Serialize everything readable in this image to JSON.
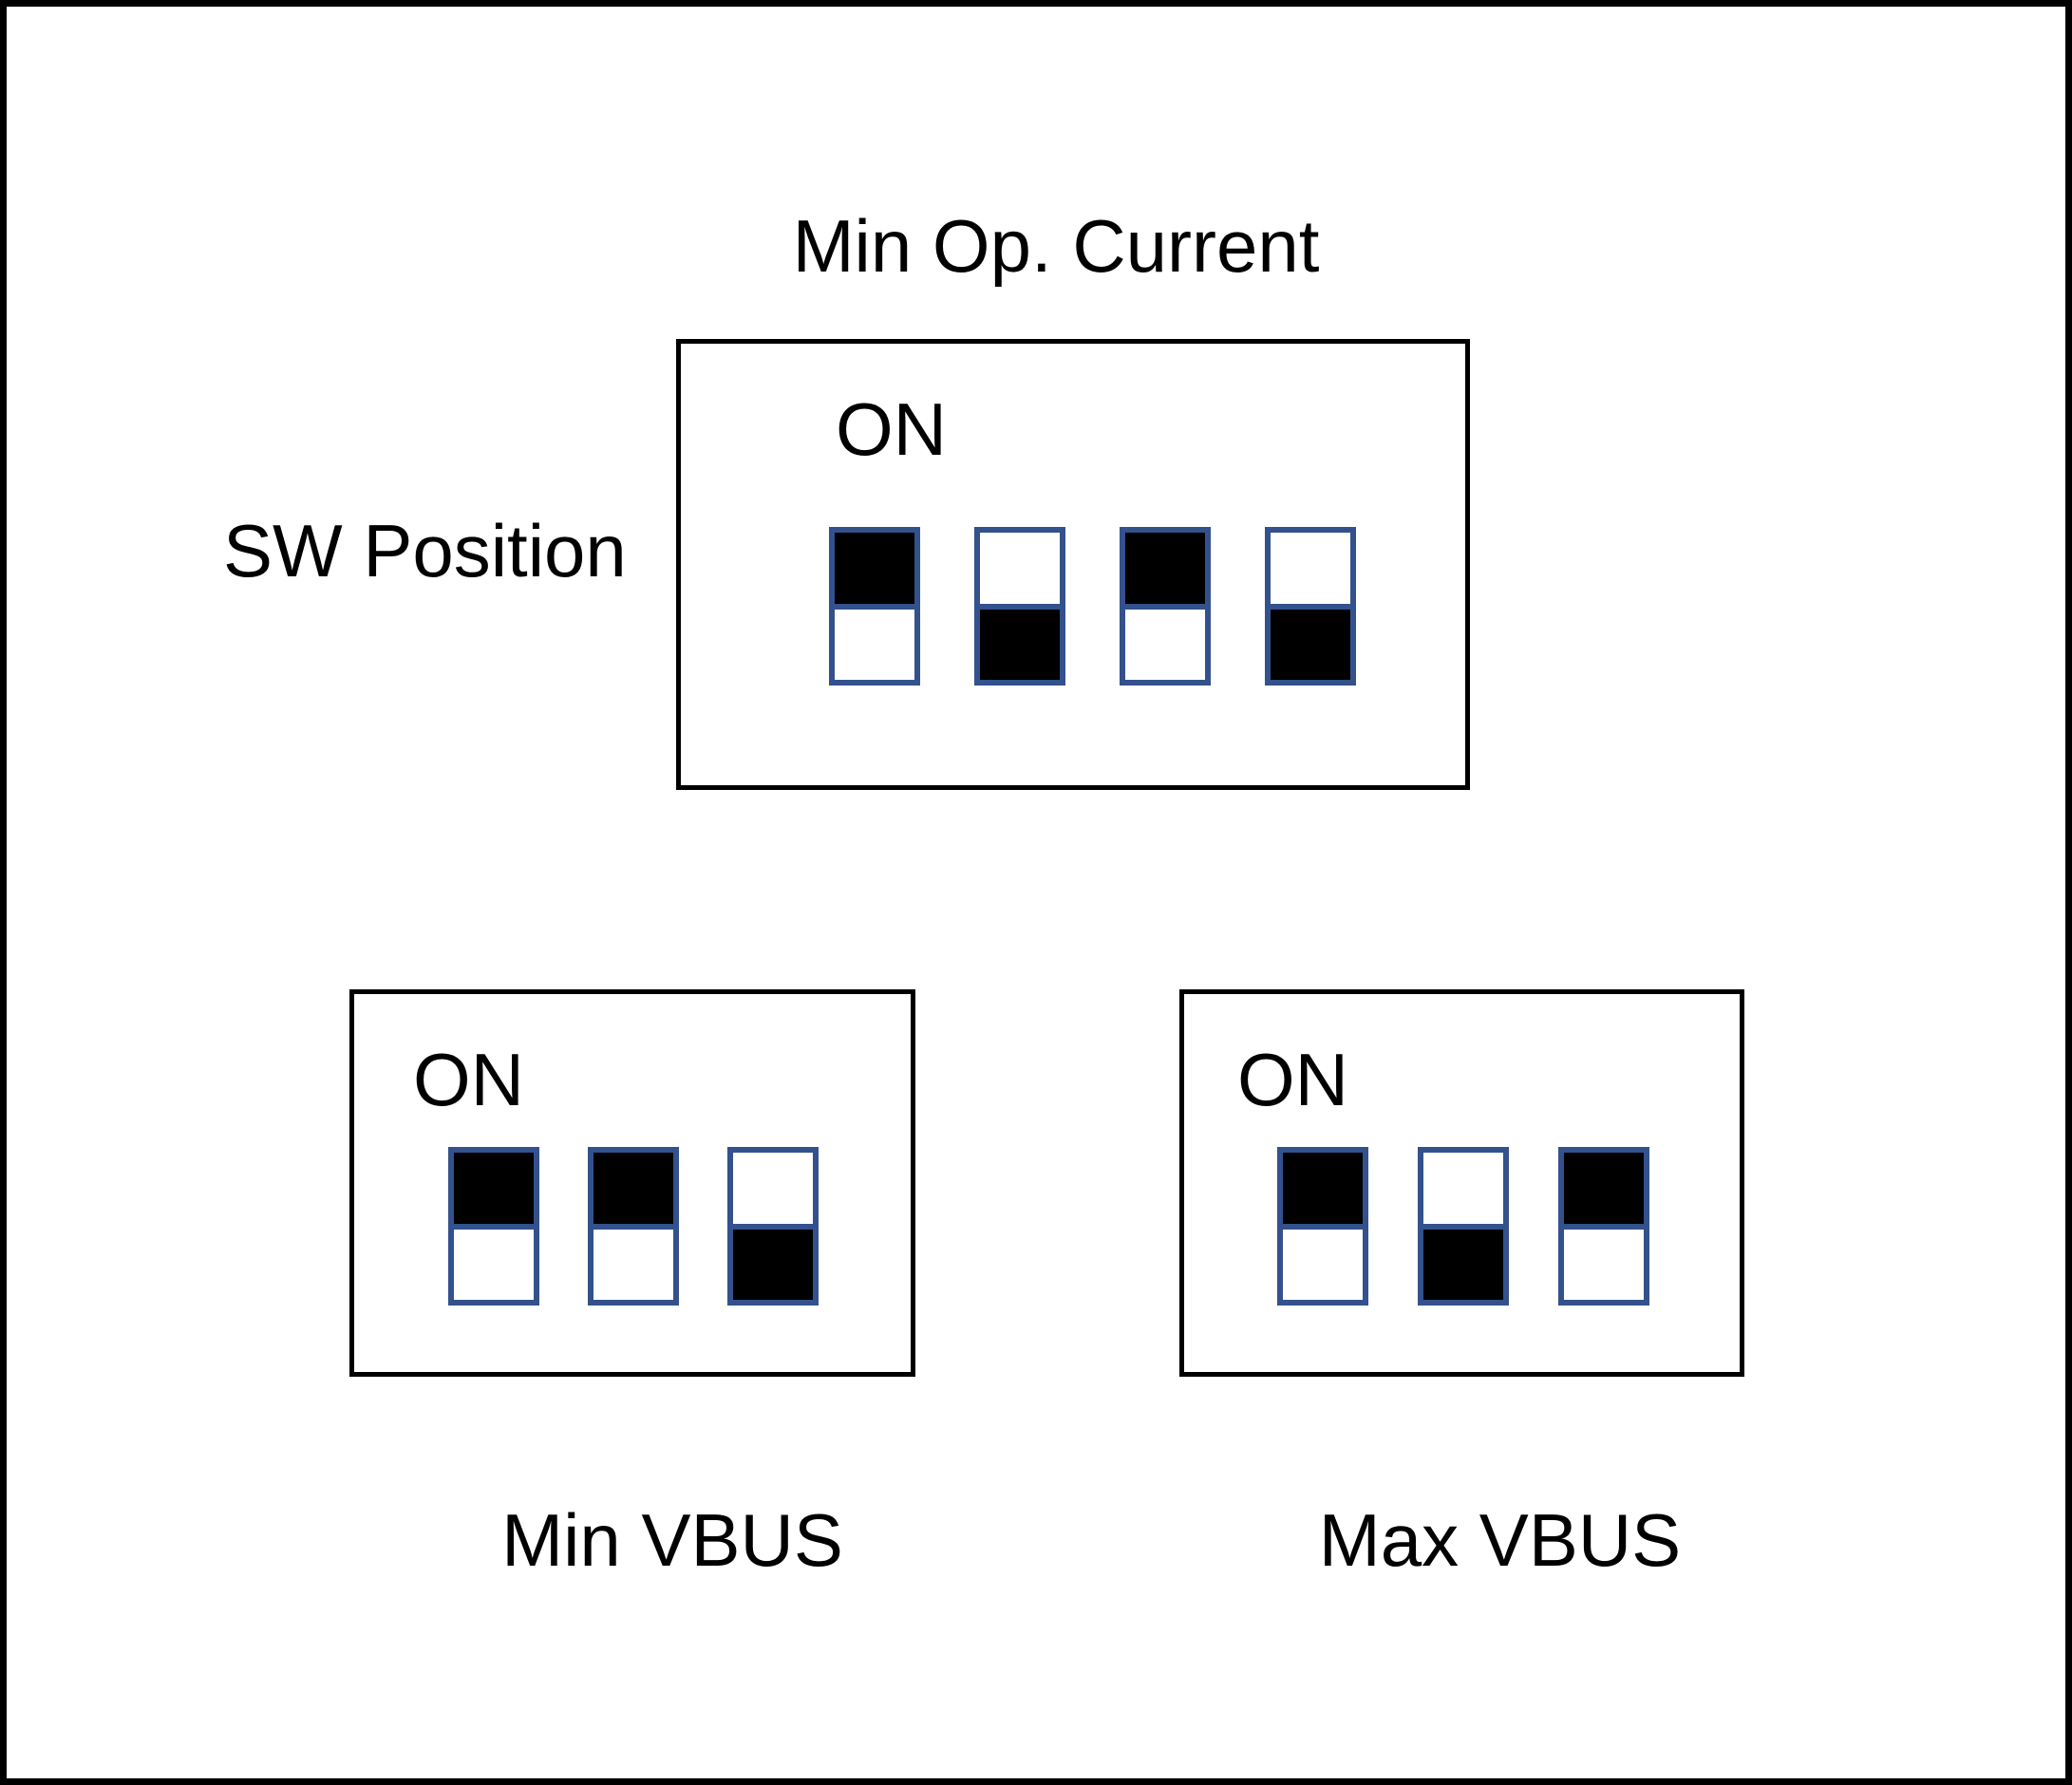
{
  "colors": {
    "background": "#ffffff",
    "box_border": "#000000",
    "switch_border": "#33518c",
    "switch_fill": "#000000"
  },
  "title": "Min Op. Current",
  "row_label": "SW Position",
  "panels": [
    {
      "name": "min-op-current",
      "on_label": "ON",
      "switches": [
        "up",
        "down",
        "up",
        "down"
      ]
    },
    {
      "name": "min-vbus",
      "on_label": "ON",
      "caption": "Min VBUS",
      "switches": [
        "up",
        "up",
        "down"
      ]
    },
    {
      "name": "max-vbus",
      "on_label": "ON",
      "caption": "Max VBUS",
      "switches": [
        "up",
        "down",
        "up"
      ]
    }
  ]
}
